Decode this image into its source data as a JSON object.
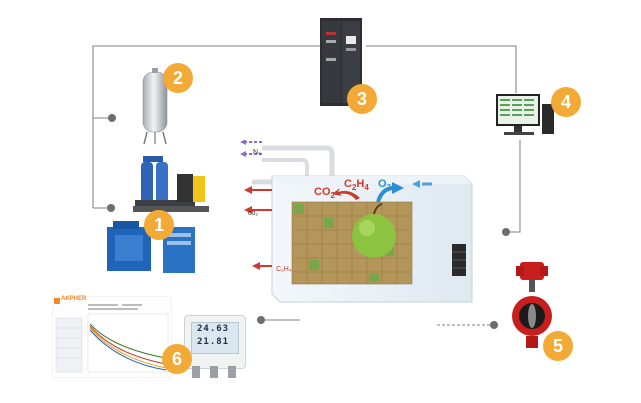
{
  "badges": [
    "1",
    "2",
    "3",
    "4",
    "5",
    "6"
  ],
  "gases": {
    "co2": "CO",
    "co2_sub": "2",
    "c2h4": "C",
    "c2h4_sub1": "2",
    "c2h4_mid": "H",
    "c2h4_sub2": "4",
    "o2": "O",
    "o2_sub": "2",
    "n2_label": "N₂",
    "co2_small": "co₂",
    "c2h4_small": "C₂H₄"
  },
  "report": {
    "brand": "AKPHER"
  },
  "sensor": {
    "line1": "24.63",
    "line2": "21.81"
  },
  "colors": {
    "badge": "#f3a935",
    "connector": "#6d6d6d",
    "co2_text": "#d03a2e",
    "o2_text": "#2a8fd6",
    "room_wall": "#dfe9f1",
    "nitrogen_unit": "#2f63b8"
  }
}
